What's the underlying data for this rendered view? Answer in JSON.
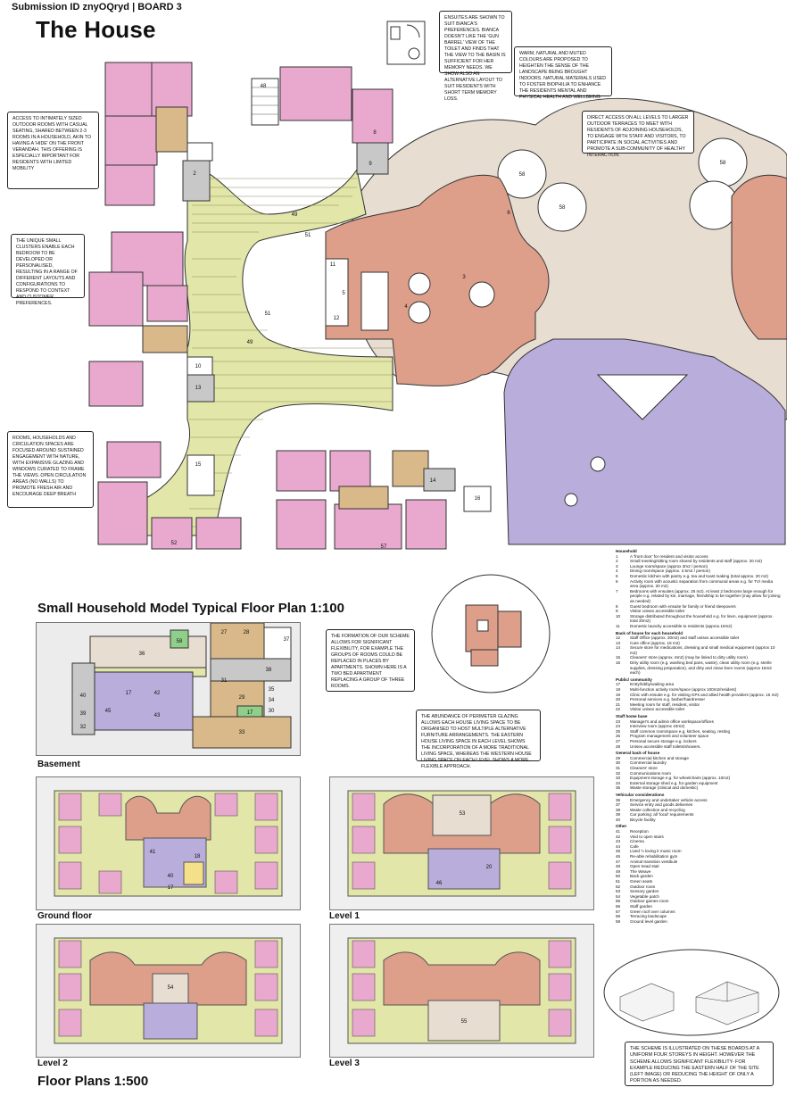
{
  "header": {
    "submission": "Submission ID znyOQryd | BOARD 3",
    "title": "The House"
  },
  "sections": {
    "typical": "Small Household Model Typical Floor Plan 1:100",
    "plans": "Floor Plans 1:500"
  },
  "floor_labels": {
    "basement": "Basement",
    "ground": "Ground floor",
    "level1": "Level 1",
    "level2": "Level 2",
    "level3": "Level 3"
  },
  "notes": {
    "ensuites": "Ensuites are shown to suit Bianca's preferences. Bianca doesn't like the 'gun barrel' view of the toilet and finds that the view to the basin is sufficient for her memory needs. We show also an alternative layout to suit residents with short term memory loss.",
    "colours": "Warm, natural and muted colours are proposed to heighten the sense of the landscape being brought indoors. Natural materials used to foster biophilia to enhance the residents mental and physical health and wellbeing",
    "terraces": "Direct access on all levels to larger outdoor terraces to meet with residents of adjoining households, to engage with staff and visitors, to participate in social activities and promote a sub-community of healthy interaction.",
    "outdoor": "Access to intimately sized outdoor rooms with casual seating, shared between 2-3 rooms in a household, akin to having a 'hide' on the front verandah. This offering is especially important for residents with limited mobility",
    "clusters": "The unique small clusters enable each bedroom to be developed or personalised, resulting in a range of different layouts and configurations to respond to context and customer preferences.",
    "rooms": "Rooms, households and circulation spaces are focused around sustained engagement with nature, with expansive glazing and windows curated to frame the views. Open circulation areas (no walls) to promote fresh air and encourage deep breath",
    "formation": "The formation of our scheme allows for significant flexibility, for example the groups of rooms could be replaced in places by apartments. Shown here is a two bed apartment replacing a group of three rooms.",
    "glazing": "The abundance of perimeter glazing allows each house living space to be organised to host multiple alternative furniture arrangements. The eastern house living space in each level shows the incorporation of a more traditional living space, whereas the western house living space on each level shows a more flexible approach.",
    "scheme": "The scheme is illustrated on these boards at a uniform four storeys in height. However the scheme allows significant flexibility- for example reducing the eastern half of the site (left image) or reducing the height of only a portion as needed."
  },
  "legend": [
    {
      "h": "Household"
    },
    {
      "n": "1",
      "t": "A 'front door' for resident and visitor access"
    },
    {
      "n": "2",
      "t": "Small meeting/sitting room shared by residents and staff (approx. 20 m2)"
    },
    {
      "n": "3",
      "t": "Lounge room/space (approx 3m2 / person)"
    },
    {
      "n": "4",
      "t": "Dining room/space (approx. 2.5m2 / person)"
    },
    {
      "n": "5",
      "t": "Domestic kitchen with pantry e.g. tea and toast making (total approx. 20 m2)"
    },
    {
      "n": "6",
      "t": "Activity room with acoustic separation from communal areas e.g. for TV/ media area (approx. 20 m2)"
    },
    {
      "n": "7",
      "t": "Bedrooms with ensuites (approx. 25 m2). At least 2 bedrooms large enough for people e.g. related by kin, marriage, friendship to be together (may allow for joining as needed)"
    },
    {
      "n": "8",
      "t": "Guest bedroom with ensuite for family or friend sleepovers"
    },
    {
      "n": "9",
      "t": "Visitor unisex accessible toilet"
    },
    {
      "n": "10",
      "t": "Storage distributed throughout the household e.g. for linen, equipment (approx. total 20m2)"
    },
    {
      "n": "11",
      "t": "Domestic laundry accessible to residents (approx.10m2)"
    },
    {
      "h": "Back of house for each household"
    },
    {
      "n": "12",
      "t": "Staff Office (approx. 20m2) and staff unisex accessible toilet"
    },
    {
      "n": "13",
      "t": "Care office (approx. 15 m2)"
    },
    {
      "n": "14",
      "t": "Secure store for medications, dressing and small medical equipment (approx 10 m2)"
    },
    {
      "n": "15",
      "t": "Cleaners' store (approx. 6m2) (may be linked to dirty utility room)"
    },
    {
      "n": "16",
      "t": "Dirty utility room (e.g. washing bed pans, waste), clean utility room (e.g. sterile supplies, dressing preparation), and dirty and clean linen rooms (approx 15m2 each)"
    },
    {
      "h": "Public/ community"
    },
    {
      "n": "17",
      "t": "Entry/lobby/waiting area"
    },
    {
      "n": "18",
      "t": "Multi-function activity room/space (approx 100m2/resident)"
    },
    {
      "n": "19",
      "t": "Clinic with ensuite e.g. for visiting GPs and allied health providers (approx. 15 m2)"
    },
    {
      "n": "20",
      "t": "Personal services e.g. barber/hairdresser"
    },
    {
      "n": "21",
      "t": "Meeting room for staff, resident, visitor"
    },
    {
      "n": "22",
      "t": "Visitor unisex accessible toilet"
    },
    {
      "h": "Staff home base"
    },
    {
      "n": "23",
      "t": "Manager's and admin office workspace/offices"
    },
    {
      "n": "24",
      "t": "Interview room (approx 10m2)"
    },
    {
      "n": "25",
      "t": "Staff common room/space e.g. kitchen, seating, resting"
    },
    {
      "n": "26",
      "t": "Program management and volunteer space"
    },
    {
      "n": "27",
      "t": "Personal secure storage e.g. lockers"
    },
    {
      "n": "28",
      "t": "Unisex accessible staff toilets/showers."
    },
    {
      "h": "General back of house"
    },
    {
      "n": "29",
      "t": "Commercial kitchen and storage"
    },
    {
      "n": "30",
      "t": "Commercial laundry"
    },
    {
      "n": "31",
      "t": "Cleaners' store"
    },
    {
      "n": "32",
      "t": "Communications room"
    },
    {
      "n": "33",
      "t": "Equipment storage e.g. for wheelchairs (approx. 10m2)"
    },
    {
      "n": "34",
      "t": "External storage shed e.g. for garden equipment"
    },
    {
      "n": "35",
      "t": "Waste storage (clinical and domestic)"
    },
    {
      "h": "Vehicular considerations"
    },
    {
      "n": "36",
      "t": "Emergency and undertaker vehicle access"
    },
    {
      "n": "37",
      "t": "Service entry and goods deliveries"
    },
    {
      "n": "38",
      "t": "Waste collection and recycling"
    },
    {
      "n": "39",
      "t": "Car parking: all 'local' requirements"
    },
    {
      "n": "40",
      "t": "Bicycle facility"
    },
    {
      "h": "Other"
    },
    {
      "n": "41",
      "t": "Reception"
    },
    {
      "n": "42",
      "t": "Void to open stairs"
    },
    {
      "n": "43",
      "t": "Cinema"
    },
    {
      "n": "44",
      "t": "Cafe"
    },
    {
      "n": "45",
      "t": "Lived 'n loving it music room"
    },
    {
      "n": "46",
      "t": "Re-able rehabilitation gym"
    },
    {
      "n": "47",
      "t": "Animal transition vestibule"
    },
    {
      "n": "48",
      "t": "Open tread stair"
    },
    {
      "n": "49",
      "t": "The Weave"
    },
    {
      "n": "50",
      "t": "Back garden"
    },
    {
      "n": "51",
      "t": "Green seats"
    },
    {
      "n": "52",
      "t": "Outdoor room"
    },
    {
      "n": "53",
      "t": "Sensory garden"
    },
    {
      "n": "54",
      "t": "Vegetable patch"
    },
    {
      "n": "55",
      "t": "Outdoor games room"
    },
    {
      "n": "56",
      "t": "Staff garden"
    },
    {
      "n": "57",
      "t": "Green roof over columns"
    },
    {
      "n": "58",
      "t": "Terracing landscape"
    },
    {
      "n": "59",
      "t": "Ground level garden"
    }
  ],
  "plan_labels": {
    "n48": "48",
    "n49": "49",
    "n51": "51",
    "n51b": "51",
    "n49b": "49",
    "n58a": "58",
    "n58b": "58",
    "n58c": "58",
    "n14": "14",
    "n16": "16",
    "n15": "15",
    "n10": "10",
    "n12": "12",
    "n11": "11",
    "n5": "5",
    "n4": "4",
    "n3": "3",
    "n6": "6",
    "n8": "8",
    "n9": "9",
    "n2": "2",
    "n13": "13",
    "n52": "52",
    "n57": "57",
    "b58": "58",
    "b36": "36",
    "b27": "27",
    "b28": "28",
    "b38": "38",
    "b37": "37",
    "b31": "31",
    "b29": "29",
    "b35": "35",
    "b34": "34",
    "b30": "30",
    "b17": "17",
    "b33": "33",
    "b40": "40",
    "b39": "39",
    "b32": "32",
    "b45": "45",
    "b42": "42",
    "b43": "43",
    "b17b": "17",
    "g18": "18",
    "g41": "41",
    "g40": "40",
    "g17": "17",
    "l53": "53",
    "l20": "20",
    "l46": "46",
    "l54": "54",
    "l55": "55"
  },
  "colors": {
    "pink": "#e9a9cf",
    "tan": "#d9b98a",
    "green": "#e2e6a8",
    "terracotta": "#dd9f8a",
    "lavender": "#b9addb",
    "beige": "#e7ddd1",
    "grey": "#c8c8c8"
  }
}
